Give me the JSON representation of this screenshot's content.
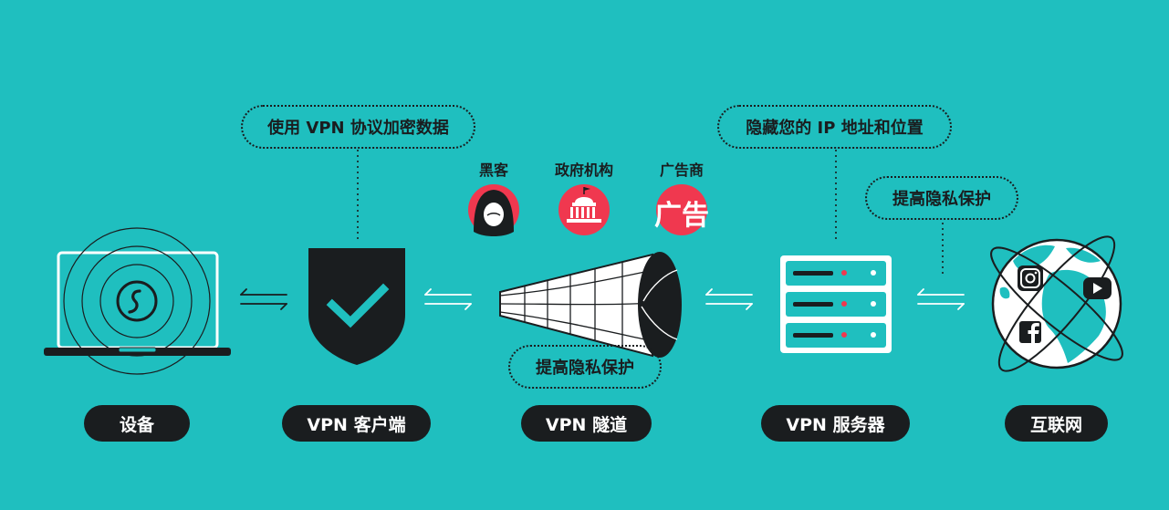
{
  "colors": {
    "background": "#1fbfbf",
    "dark": "#1a1d1f",
    "white": "#ffffff",
    "threat": "#f0384f"
  },
  "stages": [
    {
      "label": "设备"
    },
    {
      "label": "VPN 客户端"
    },
    {
      "label": "VPN 隧道"
    },
    {
      "label": "VPN 服务器"
    },
    {
      "label": "互联网"
    }
  ],
  "callouts": {
    "encrypt": "使用 VPN 协议加密数据",
    "hide_ip": "隐藏您的 IP 地址和位置",
    "privacy_server": "提高隐私保护",
    "privacy_tunnel": "提高隐私保护"
  },
  "threats": [
    {
      "label": "黑客",
      "icon": "hacker-icon"
    },
    {
      "label": "政府机构",
      "icon": "government-building-icon"
    },
    {
      "label": "广告商",
      "icon": "advertiser-icon",
      "glyph": "广告"
    }
  ],
  "icons": {
    "device": "laptop-icon",
    "brand": "surfshark-logo",
    "client": "shield-check-icon",
    "tunnel": "tunnel-icon",
    "server": "server-rack-icon",
    "internet": "globe-icon",
    "social": [
      "instagram-icon",
      "youtube-icon",
      "facebook-icon"
    ],
    "connector": "bidirectional-arrows-icon"
  }
}
